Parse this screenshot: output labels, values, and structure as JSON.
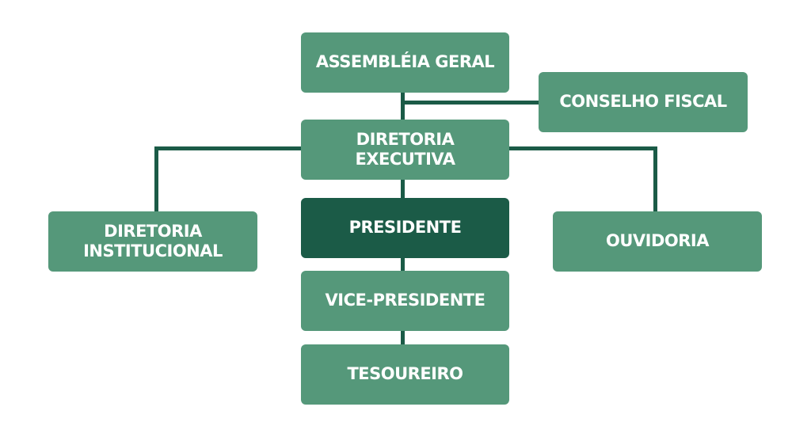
{
  "org_chart": {
    "assembleia": "ASSEMBLÉIA GERAL",
    "conselho": "CONSELHO FISCAL",
    "diretoria_executiva": "DIRETORIA EXECUTIVA",
    "diretoria_institucional_1": "DIRETORIA",
    "diretoria_institucional_2": "INSTITUCIONAL",
    "presidente": "PRESIDENTE",
    "ouvidoria": "OUVIDORIA",
    "vice_presidente": "VICE-PRESIDENTE",
    "tesoureiro": "TESOUREIRO"
  },
  "colors": {
    "box": "#55987a",
    "highlight": "#1b5b47",
    "connector": "#1b5b47",
    "text": "#ffffff"
  }
}
